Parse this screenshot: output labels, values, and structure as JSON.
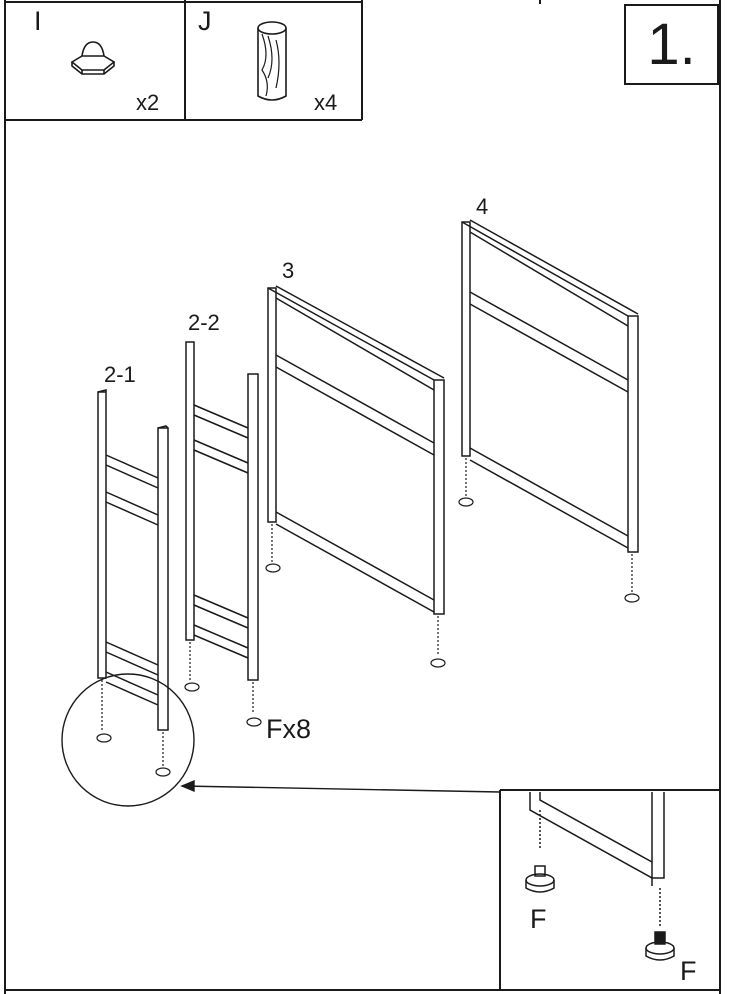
{
  "step": {
    "number": "1."
  },
  "parts": [
    {
      "letter": "I",
      "qty": "x2",
      "icon": "cap-nut-icon"
    },
    {
      "letter": "J",
      "qty": "x4",
      "icon": "dowel-icon"
    }
  ],
  "frames": [
    {
      "label": "2-1"
    },
    {
      "label": "2-2"
    },
    {
      "label": "3"
    },
    {
      "label": "4"
    }
  ],
  "foot_callout": "Fx8",
  "detail": {
    "foot_label_1": "F",
    "foot_label_2": "F"
  }
}
